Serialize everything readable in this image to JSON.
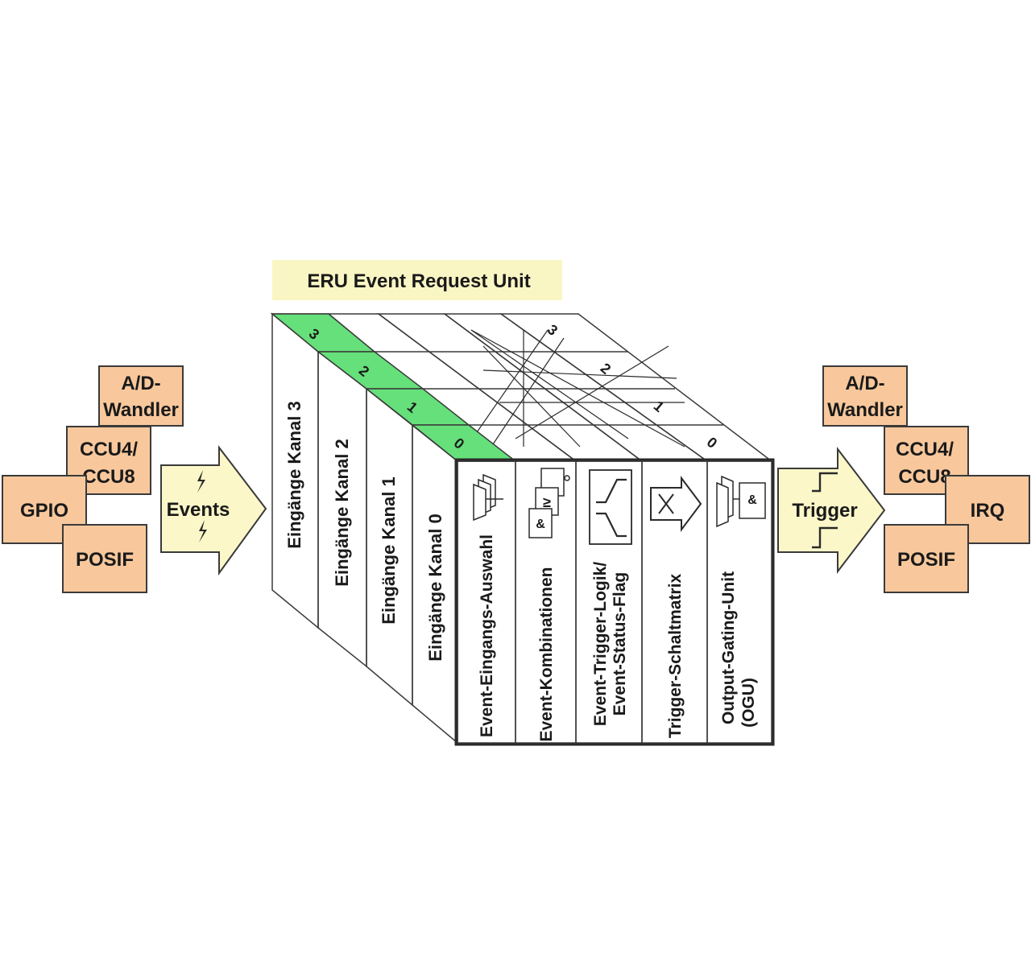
{
  "title": "ERU Event Request Unit",
  "colors": {
    "source_box": "#f8c89c",
    "arrow": "#fbf7c8",
    "title_bg": "#faf6c4",
    "input_gray": "#c8cfc4",
    "green": "#66e07a",
    "cyan": "#6ad8f0",
    "red": "#f06060",
    "mint": "#9ff0e6",
    "purple": "#b094ea"
  },
  "left_sources": [
    "A/D-",
    "Wandler",
    "CCU4/",
    "CCU8",
    "GPIO",
    "POSIF"
  ],
  "left_arrow_label": "Events",
  "input_channels": [
    "Eingänge Kanal 3",
    "Eingänge Kanal 2",
    "Eingänge Kanal 1",
    "Eingänge Kanal 0"
  ],
  "channel_numbers_left": [
    "3",
    "2",
    "1",
    "0"
  ],
  "channel_numbers_right": [
    "3",
    "2",
    "1",
    "0"
  ],
  "stages": [
    {
      "line1": "Event-Eingangs-Auswahl",
      "line2": "",
      "icon": "mux-stack-icon"
    },
    {
      "line1": "Event-Kombinationen",
      "line2": "",
      "icon": "logic-gates-icon"
    },
    {
      "line1": "Event-Trigger-Logik/",
      "line2": "Event-Status-Flag",
      "icon": "edge-detect-icon"
    },
    {
      "line1": "Trigger-Schaltmatrix",
      "line2": "",
      "icon": "crossbar-icon"
    },
    {
      "line1": "Output-Gating-Unit",
      "line2": "(OGU)",
      "icon": "mux-and-icon"
    }
  ],
  "gate_symbols": [
    "≥",
    "&",
    "&"
  ],
  "right_arrow_label": "Trigger",
  "right_targets": [
    "A/D-",
    "Wandler",
    "CCU4/",
    "CCU8",
    "IRQ",
    "POSIF"
  ]
}
